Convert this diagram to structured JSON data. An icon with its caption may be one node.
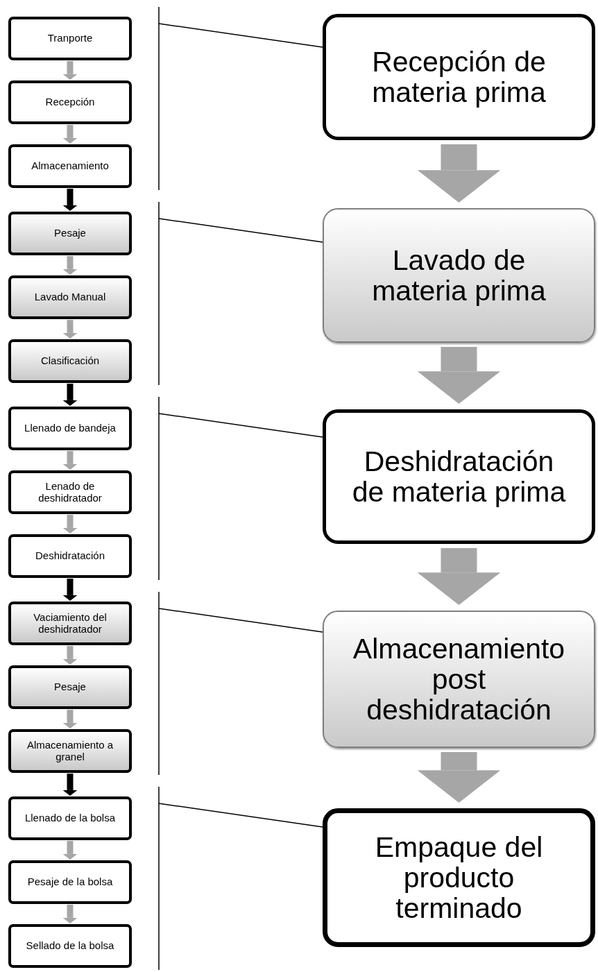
{
  "diagram": {
    "nodes": [
      {
        "text": [
          "Tranporte"
        ]
      },
      {
        "text": [
          "Recepción"
        ]
      },
      {
        "text": [
          "Almacenamiento"
        ]
      },
      {
        "text": [
          "Pesaje"
        ]
      },
      {
        "text": [
          "Lavado Manual"
        ]
      },
      {
        "text": [
          "Clasificación"
        ]
      },
      {
        "text": [
          "Llenado de bandeja"
        ]
      },
      {
        "text": [
          "Lenado de deshidratador"
        ]
      },
      {
        "text": [
          "Deshidratación"
        ]
      },
      {
        "text": [
          "Vaciamiento del deshidratador"
        ]
      },
      {
        "text": [
          "Pesaje"
        ]
      },
      {
        "text": [
          "Almacenamiento a granel"
        ]
      },
      {
        "text": [
          "Llenado de la bolsa"
        ]
      },
      {
        "text": [
          "Pesaje de la bolsa"
        ]
      },
      {
        "text": [
          "Sellado de la bolsa"
        ]
      },
      {
        "text": [
          "Recepción de materia prima"
        ]
      },
      {
        "text": [
          "Lavado de materia prima"
        ]
      },
      {
        "text": [
          "Deshidratación de materia prima"
        ]
      },
      {
        "text": [
          "Almacenamiento post deshidratación"
        ]
      },
      {
        "text": [
          "Empaque del producto terminado"
        ]
      }
    ],
    "edges": [
      {
        "from": 0,
        "to": 1,
        "arrow": "to"
      },
      {
        "from": 1,
        "to": 2,
        "arrow": "to"
      },
      {
        "from": 2,
        "to": 3,
        "arrow": "to",
        "color": "#000000"
      },
      {
        "from": 3,
        "to": 4,
        "arrow": "to"
      },
      {
        "from": 4,
        "to": 5,
        "arrow": "to"
      },
      {
        "from": 5,
        "to": 6,
        "arrow": "to",
        "color": "#000000"
      },
      {
        "from": 6,
        "to": 7,
        "arrow": "to"
      },
      {
        "from": 7,
        "to": 8,
        "arrow": "to"
      },
      {
        "from": 8,
        "to": 9,
        "arrow": "to",
        "color": "#000000"
      },
      {
        "from": 9,
        "to": 10,
        "arrow": "to"
      },
      {
        "from": 10,
        "to": 11,
        "arrow": "to"
      },
      {
        "from": 11,
        "to": 12,
        "arrow": "to",
        "color": "#000000"
      },
      {
        "from": 12,
        "to": 13,
        "arrow": "to"
      },
      {
        "from": 13,
        "to": 14,
        "arrow": "to"
      },
      {
        "from": 15,
        "to": 16,
        "arrow": "to",
        "style": "thick"
      },
      {
        "from": 16,
        "to": 17,
        "arrow": "to",
        "style": "thick"
      },
      {
        "from": 17,
        "to": 18,
        "arrow": "to",
        "style": "thick"
      },
      {
        "from": 18,
        "to": 19,
        "arrow": "to",
        "style": "thick"
      },
      {
        "from": null,
        "to": 15,
        "arrow": "none",
        "color": "#000000"
      },
      {
        "from": null,
        "to": 16,
        "arrow": "none",
        "color": "#000000"
      },
      {
        "from": null,
        "to": 17,
        "arrow": "none",
        "color": "#000000"
      },
      {
        "from": null,
        "to": 18,
        "arrow": "none",
        "color": "#000000"
      },
      {
        "from": null,
        "to": 19,
        "arrow": "none",
        "color": "#000000"
      }
    ]
  }
}
